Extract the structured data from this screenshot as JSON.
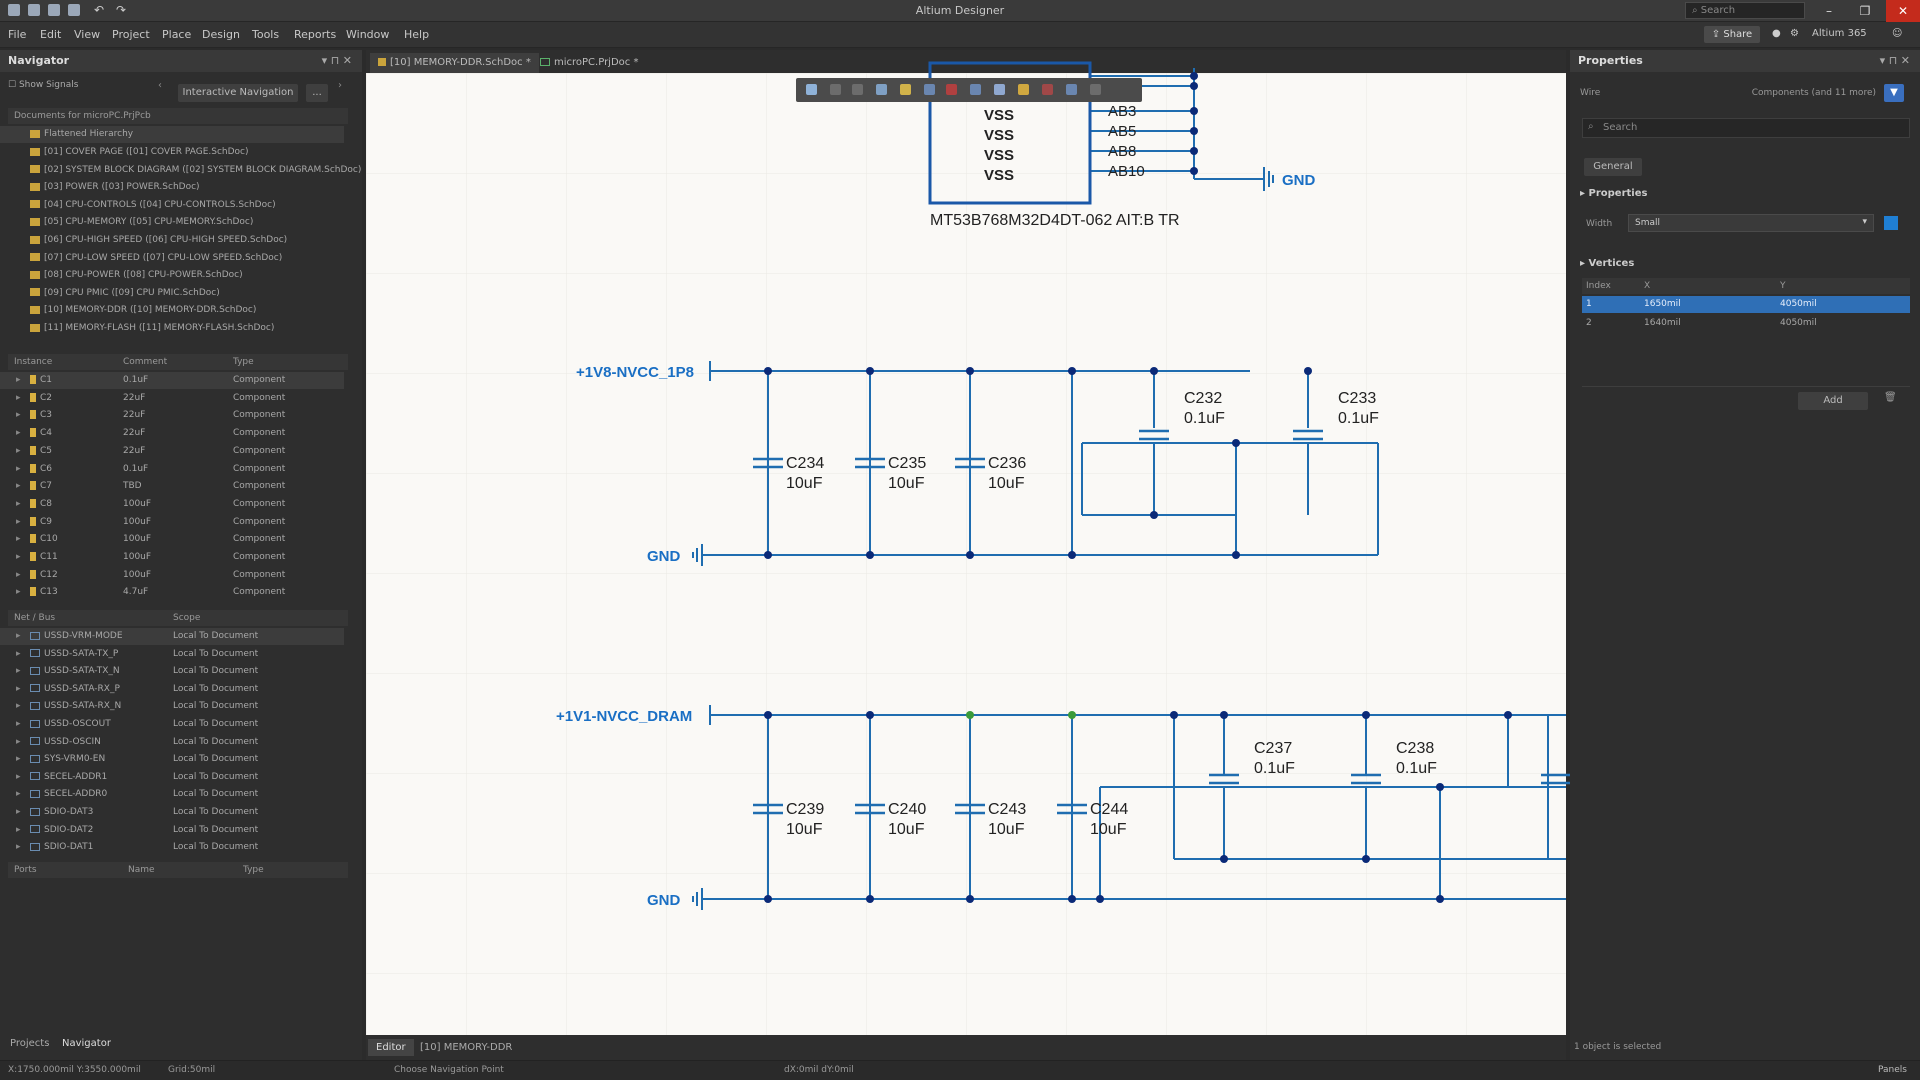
{
  "window": {
    "title": "Altium Designer",
    "search_placeholder": "Search",
    "share_label": "Share",
    "account": "Altium 365"
  },
  "menu": [
    "File",
    "Edit",
    "View",
    "Project",
    "Place",
    "Design",
    "Tools",
    "Reports",
    "Window",
    "Help"
  ],
  "navigator": {
    "title": "Navigator",
    "show_signals": "Show Signals",
    "interactive_nav": "Interactive Navigation",
    "more_btn": "...",
    "documents_header": "Documents for microPC.PrjPcb",
    "flattened": "Flattened Hierarchy",
    "documents": [
      "[01] COVER PAGE ([01] COVER PAGE.SchDoc)",
      "[02] SYSTEM BLOCK DIAGRAM ([02] SYSTEM BLOCK DIAGRAM.SchDoc)",
      "[03] POWER ([03] POWER.SchDoc)",
      "[04] CPU-CONTROLS ([04] CPU-CONTROLS.SchDoc)",
      "[05] CPU-MEMORY ([05] CPU-MEMORY.SchDoc)",
      "[06] CPU-HIGH SPEED ([06] CPU-HIGH SPEED.SchDoc)",
      "[07] CPU-LOW SPEED ([07] CPU-LOW SPEED.SchDoc)",
      "[08] CPU-POWER ([08] CPU-POWER.SchDoc)",
      "[09] CPU PMIC ([09] CPU PMIC.SchDoc)",
      "[10] MEMORY-DDR ([10] MEMORY-DDR.SchDoc)",
      "[11] MEMORY-FLASH ([11] MEMORY-FLASH.SchDoc)"
    ],
    "instance_headers": [
      "Instance",
      "Comment",
      "Type"
    ],
    "instances": [
      {
        "name": "C1",
        "comment": "0.1uF",
        "type": "Component"
      },
      {
        "name": "C2",
        "comment": "22uF",
        "type": "Component"
      },
      {
        "name": "C3",
        "comment": "22uF",
        "type": "Component"
      },
      {
        "name": "C4",
        "comment": "22uF",
        "type": "Component"
      },
      {
        "name": "C5",
        "comment": "22uF",
        "type": "Component"
      },
      {
        "name": "C6",
        "comment": "0.1uF",
        "type": "Component"
      },
      {
        "name": "C7",
        "comment": "TBD",
        "type": "Component"
      },
      {
        "name": "C8",
        "comment": "100uF",
        "type": "Component"
      },
      {
        "name": "C9",
        "comment": "100uF",
        "type": "Component"
      },
      {
        "name": "C10",
        "comment": "100uF",
        "type": "Component"
      },
      {
        "name": "C11",
        "comment": "100uF",
        "type": "Component"
      },
      {
        "name": "C12",
        "comment": "100uF",
        "type": "Component"
      },
      {
        "name": "C13",
        "comment": "4.7uF",
        "type": "Component"
      }
    ],
    "net_headers": [
      "Net / Bus",
      "Scope"
    ],
    "nets": [
      {
        "name": "USSD-VRM-MODE",
        "scope": "Local To Document"
      },
      {
        "name": "USSD-SATA-TX_P",
        "scope": "Local To Document"
      },
      {
        "name": "USSD-SATA-TX_N",
        "scope": "Local To Document"
      },
      {
        "name": "USSD-SATA-RX_P",
        "scope": "Local To Document"
      },
      {
        "name": "USSD-SATA-RX_N",
        "scope": "Local To Document"
      },
      {
        "name": "USSD-OSCOUT",
        "scope": "Local To Document"
      },
      {
        "name": "USSD-OSCIN",
        "scope": "Local To Document"
      },
      {
        "name": "SYS-VRM0-EN",
        "scope": "Local To Document"
      },
      {
        "name": "SECEL-ADDR1",
        "scope": "Local To Document"
      },
      {
        "name": "SECEL-ADDR0",
        "scope": "Local To Document"
      },
      {
        "name": "SDIO-DAT3",
        "scope": "Local To Document"
      },
      {
        "name": "SDIO-DAT2",
        "scope": "Local To Document"
      },
      {
        "name": "SDIO-DAT1",
        "scope": "Local To Document"
      }
    ],
    "ports_headers": [
      "Ports",
      "Name",
      "Type"
    ],
    "bottom_tabs": [
      "Projects",
      "Navigator"
    ]
  },
  "doc_tabs": [
    "[10] MEMORY-DDR.SchDoc *",
    "microPC.PrjDoc *"
  ],
  "editor_tabs": [
    "Editor",
    "[10] MEMORY-DDR"
  ],
  "schematic": {
    "chip_pins": [
      "VSS",
      "VSS",
      "VSS",
      "VSS"
    ],
    "chip_pin_numbers": [
      "AB3",
      "AB5",
      "AB8",
      "AB10"
    ],
    "chip_part": "MT53B768M32D4DT-062 AIT:B TR",
    "gnd": "GND",
    "net1": "+1V8-NVCC_1P8",
    "net2": "+1V1-NVCC_DRAM",
    "caps_row1": [
      {
        "ref": "C234",
        "val": "10uF"
      },
      {
        "ref": "C235",
        "val": "10uF"
      },
      {
        "ref": "C236",
        "val": "10uF"
      }
    ],
    "caps_row1_small": [
      {
        "ref": "C232",
        "val": "0.1uF"
      },
      {
        "ref": "C233",
        "val": "0.1uF"
      }
    ],
    "caps_row2": [
      {
        "ref": "C239",
        "val": "10uF"
      },
      {
        "ref": "C240",
        "val": "10uF"
      },
      {
        "ref": "C243",
        "val": "10uF"
      },
      {
        "ref": "C244",
        "val": "10uF"
      }
    ],
    "caps_row2_small": [
      {
        "ref": "C237",
        "val": "0.1uF"
      },
      {
        "ref": "C238",
        "val": "0.1uF"
      }
    ]
  },
  "properties": {
    "title": "Properties",
    "object": "Wire",
    "filter": "Components (and 11 more)",
    "search_placeholder": "Search",
    "general_tab": "General",
    "section_properties": "Properties",
    "width_label": "Width",
    "width_value": "Small",
    "section_vertices": "Vertices",
    "vertex_headers": [
      "Index",
      "X",
      "Y"
    ],
    "vertices": [
      {
        "index": "1",
        "x": "1650mil",
        "y": "4050mil"
      },
      {
        "index": "2",
        "x": "1640mil",
        "y": "4050mil"
      }
    ],
    "add_btn": "Add",
    "status": "1 object is selected"
  },
  "status": {
    "coords": "X:1750.000mil Y:3550.000mil",
    "grid": "Grid:50mil",
    "hint": "Choose Navigation Point",
    "delta": "dX:0mil dY:0mil",
    "panels": "Panels"
  },
  "colors": {
    "wire": "#1f6db0",
    "junction": "#0b2a78",
    "net_label": "#1a6fc4",
    "canvas": "#faf9f6"
  }
}
